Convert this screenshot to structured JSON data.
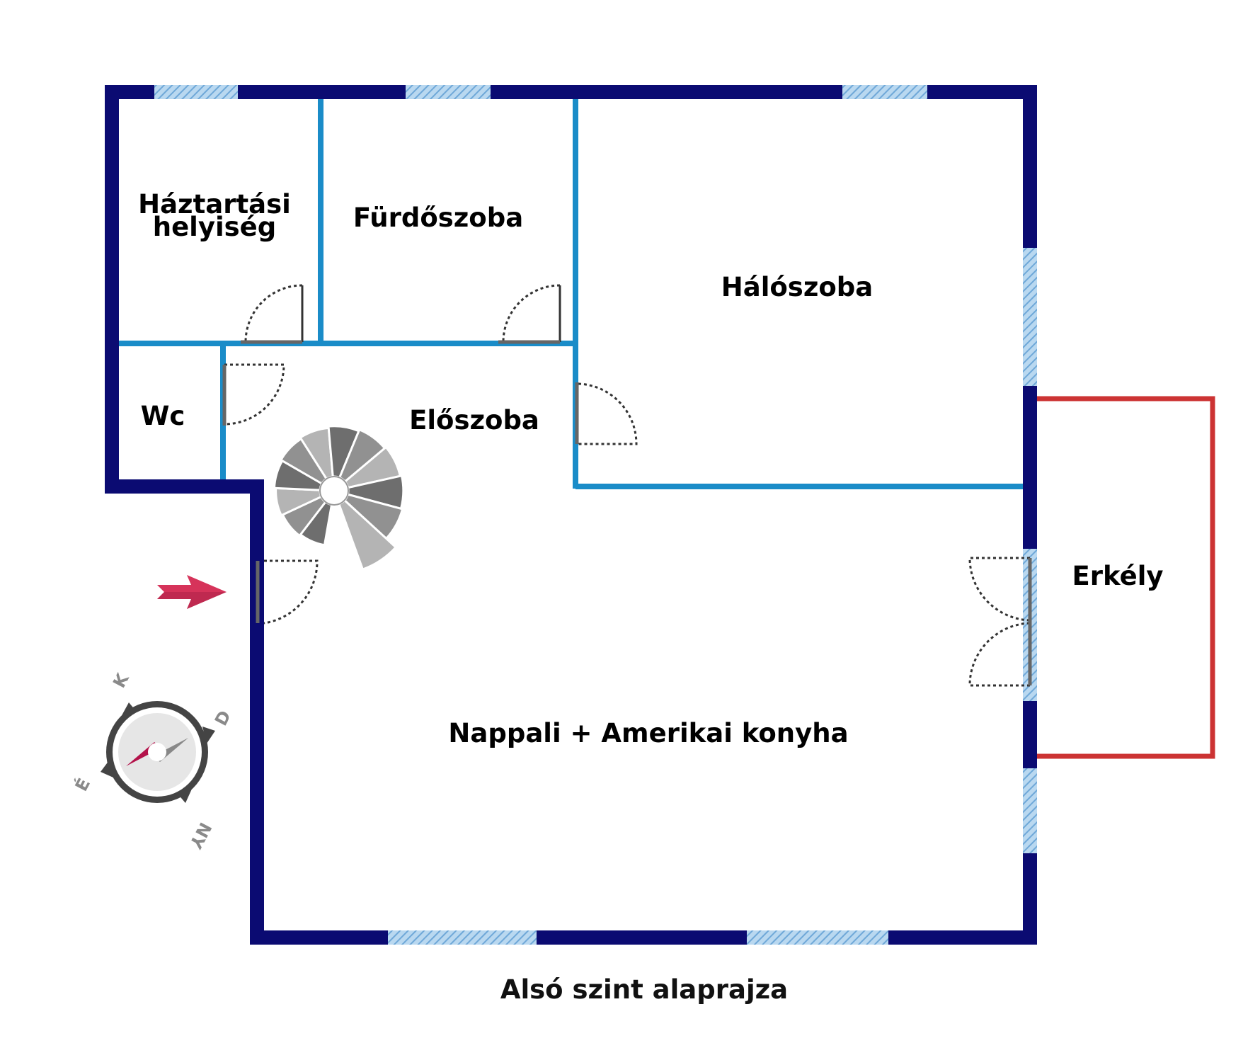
{
  "title": "Alsó szint alaprajza",
  "rooms": {
    "haztartasi_line1": "Háztartási",
    "haztartasi_line2": "helyiség",
    "furdoszoba": "Fürdőszoba",
    "haloszoba": "Hálószoba",
    "wc": "Wc",
    "eloszoba": "Előszoba",
    "erkely": "Erkély",
    "nappali": "Nappali + Amerikai konyha"
  },
  "compass": {
    "north": "K",
    "east": "D",
    "south": "NY",
    "west": "É"
  },
  "icons": {
    "entrance": "entrance-arrow-icon",
    "stairs": "spiral-staircase-icon",
    "compass": "compass-icon"
  },
  "colors": {
    "outer_wall": "#0b0b72",
    "inner_wall": "#1a8cc8",
    "balcony": "#cc3333",
    "window": "#8fc0e6",
    "door": "#555555",
    "arrow": "#d6335a"
  }
}
